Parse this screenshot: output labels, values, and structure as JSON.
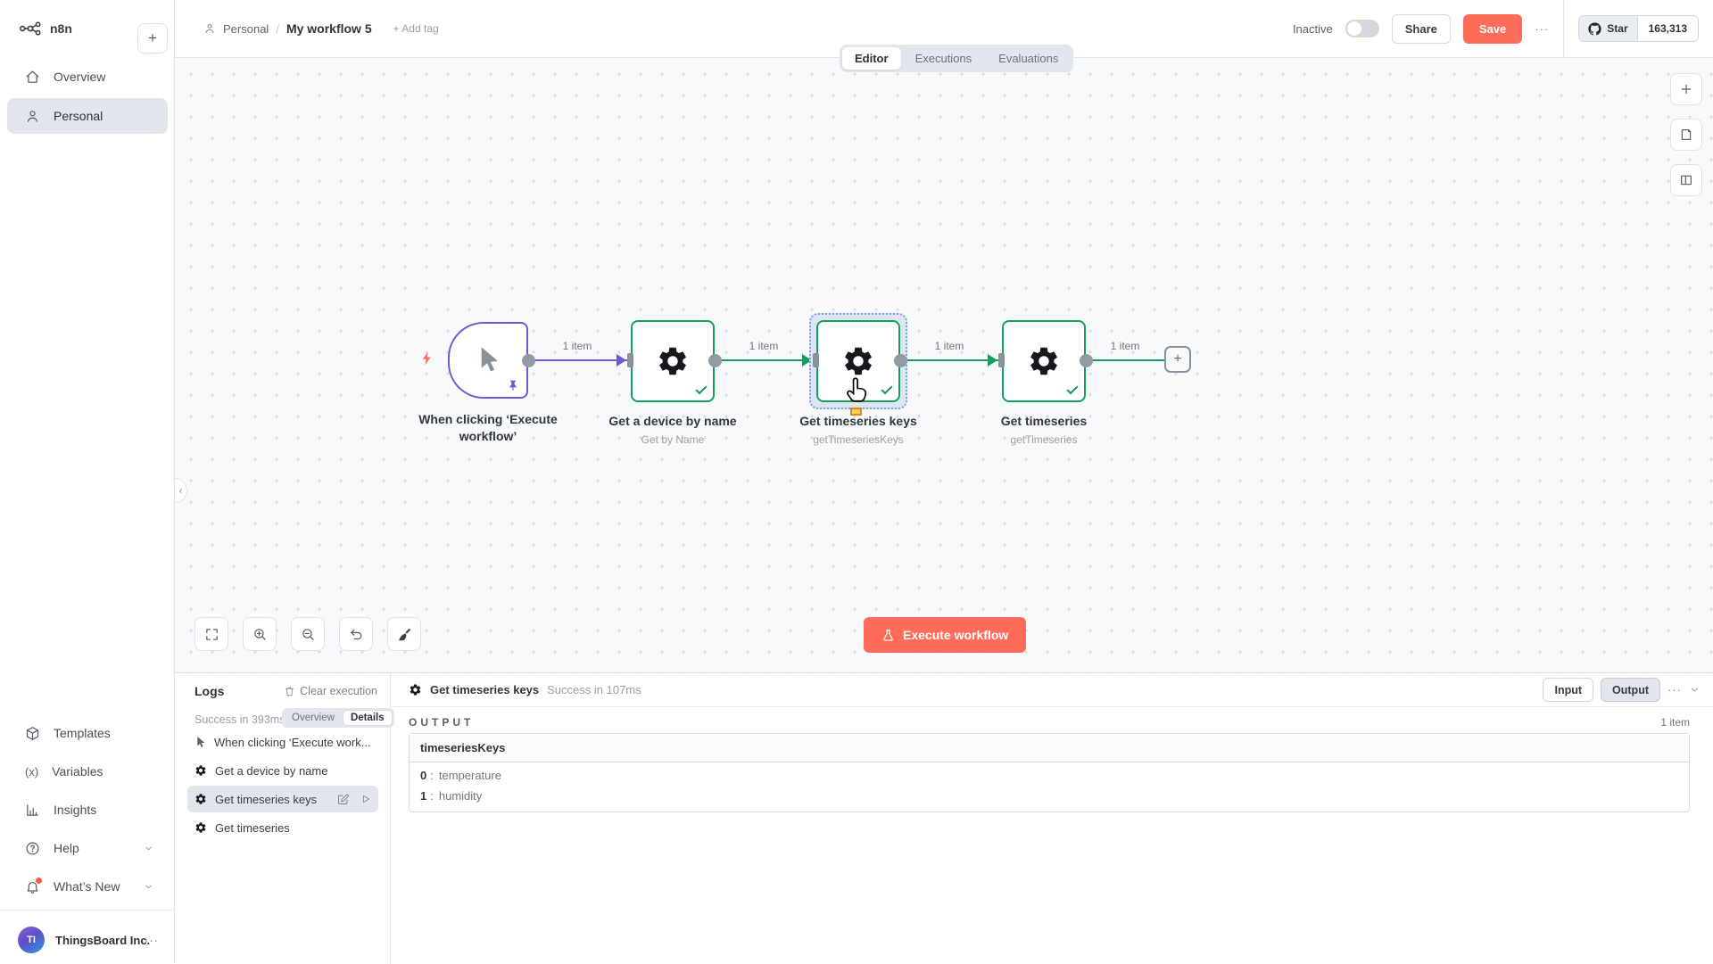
{
  "app": {
    "logo_text": "n8n"
  },
  "icons": {
    "plus": "+",
    "more": "···",
    "collapse_left": "‹",
    "variables": "(x)",
    "help": "?"
  },
  "sidebar": {
    "overview": "Overview",
    "personal": "Personal",
    "templates": "Templates",
    "variables": "Variables",
    "insights": "Insights",
    "help": "Help",
    "whats_new": "What’s New",
    "account_name": "ThingsBoard Inc.",
    "account_initials": "TI"
  },
  "header": {
    "project": "Personal",
    "separator": "/",
    "title": "My workflow 5",
    "add_tag": "+ Add tag",
    "inactive": "Inactive",
    "share": "Share",
    "save": "Save",
    "star": "Star",
    "star_count": "163,313"
  },
  "tabs": {
    "editor": "Editor",
    "executions": "Executions",
    "evaluations": "Evaluations"
  },
  "canvas": {
    "trigger_title_1": "When clicking ‘Execute",
    "trigger_title_2": "workflow’",
    "connection_label": "1 item",
    "execute_button": "Execute workflow",
    "nodes": [
      {
        "title": "Get a device by name",
        "subtitle": "Get by Name"
      },
      {
        "title": "Get timeseries keys",
        "subtitle": "getTimeseriesKeys"
      },
      {
        "title": "Get timeseries",
        "subtitle": "getTimeseries"
      }
    ]
  },
  "logs": {
    "title": "Logs",
    "clear": "Clear execution",
    "status": "Success in 393ms",
    "overview_tab": "Overview",
    "details_tab": "Details",
    "entries": [
      {
        "label": "When clicking ‘Execute work..."
      },
      {
        "label": "Get a device by name"
      },
      {
        "label": "Get timeseries keys"
      },
      {
        "label": "Get timeseries"
      }
    ]
  },
  "details": {
    "title": "Get timeseries keys",
    "status": "Success in 107ms",
    "input": "Input",
    "output": "Output",
    "section": "OUTPUT",
    "count": "1 item",
    "table_header": "timeseriesKeys",
    "colon": ":",
    "rows": [
      {
        "index": "0",
        "value": "temperature"
      },
      {
        "index": "1",
        "value": "humidity"
      }
    ]
  },
  "colors": {
    "accent": "#ff6d5a",
    "trigger_purple": "#6b5bd2",
    "success_green": "#12a05c",
    "selection_blue": "#77a4de"
  }
}
